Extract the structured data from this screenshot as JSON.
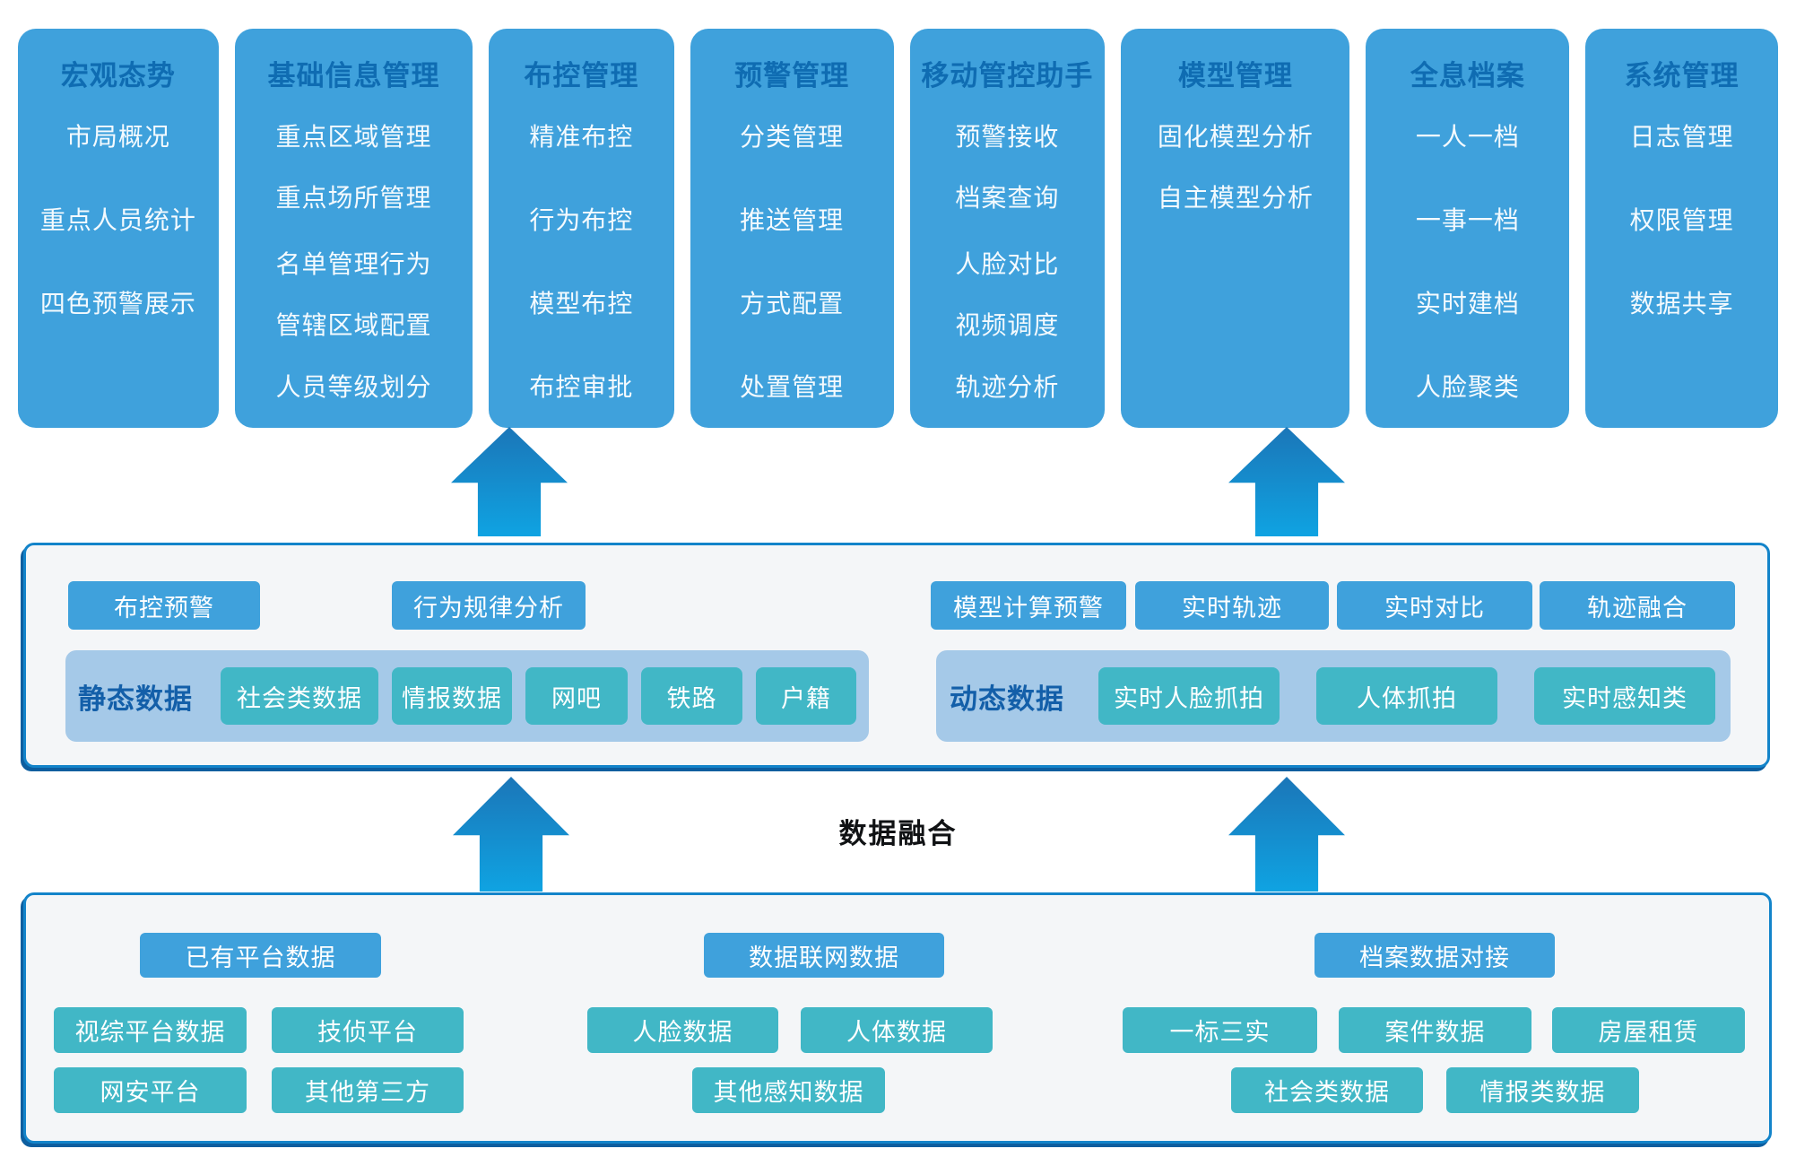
{
  "colors": {
    "card_blue": "#3FA1DC",
    "card_title_blue": "#0F6CB2",
    "teal_chip": "#41B7C6",
    "light_blue_group": "#A5C9E8",
    "group_label_blue": "#135FA9",
    "panel_border_blue": "#1384CA",
    "panel_background": "#F4F6F8",
    "arrow_gradient_top": "#1B76B8",
    "arrow_gradient_bottom": "#0FA3E2",
    "fusion_text": "#101214"
  },
  "top_cards": [
    {
      "title": "宏观态势",
      "items": [
        "市局概况",
        "重点人员统计",
        "四色预警展示"
      ]
    },
    {
      "title": "基础信息管理",
      "items": [
        "重点区域管理",
        "重点场所管理",
        "名单管理行为",
        "管辖区域配置",
        "人员等级划分"
      ]
    },
    {
      "title": "布控管理",
      "items": [
        "精准布控",
        "行为布控",
        "模型布控",
        "布控审批"
      ]
    },
    {
      "title": "预警管理",
      "items": [
        "分类管理",
        "推送管理",
        "方式配置",
        "处置管理"
      ]
    },
    {
      "title": "移动管控助手",
      "items": [
        "预警接收",
        "档案查询",
        "人脸对比",
        "视频调度",
        "轨迹分析"
      ]
    },
    {
      "title": "模型管理",
      "items": [
        "固化模型分析",
        "自主模型分析"
      ]
    },
    {
      "title": "全息档案",
      "items": [
        "一人一档",
        "一事一档",
        "实时建档",
        "人脸聚类"
      ]
    },
    {
      "title": "系统管理",
      "items": [
        "日志管理",
        "权限管理",
        "数据共享"
      ]
    }
  ],
  "analysis": {
    "left_buttons": [
      "布控预警",
      "行为规律分析"
    ],
    "right_buttons": [
      "模型计算预警",
      "实时轨迹",
      "实时对比",
      "轨迹融合"
    ],
    "static_group": {
      "label": "静态数据",
      "chips": [
        "社会类数据",
        "情报数据",
        "网吧",
        "铁路",
        "户籍"
      ]
    },
    "dynamic_group": {
      "label": "动态数据",
      "chips": [
        "实时人脸抓拍",
        "人体抓拍",
        "实时感知类"
      ]
    }
  },
  "fusion": {
    "label": "数据融合"
  },
  "data_layer": {
    "groups": [
      {
        "header": "已有平台数据",
        "chips": [
          "视综平台数据",
          "技侦平台",
          "网安平台",
          "其他第三方"
        ]
      },
      {
        "header": "数据联网数据",
        "chips": [
          "人脸数据",
          "人体数据",
          "其他感知数据"
        ]
      },
      {
        "header": "档案数据对接",
        "chips": [
          "一标三实",
          "案件数据",
          "房屋租赁",
          "社会类数据",
          "情报类数据"
        ]
      }
    ]
  }
}
